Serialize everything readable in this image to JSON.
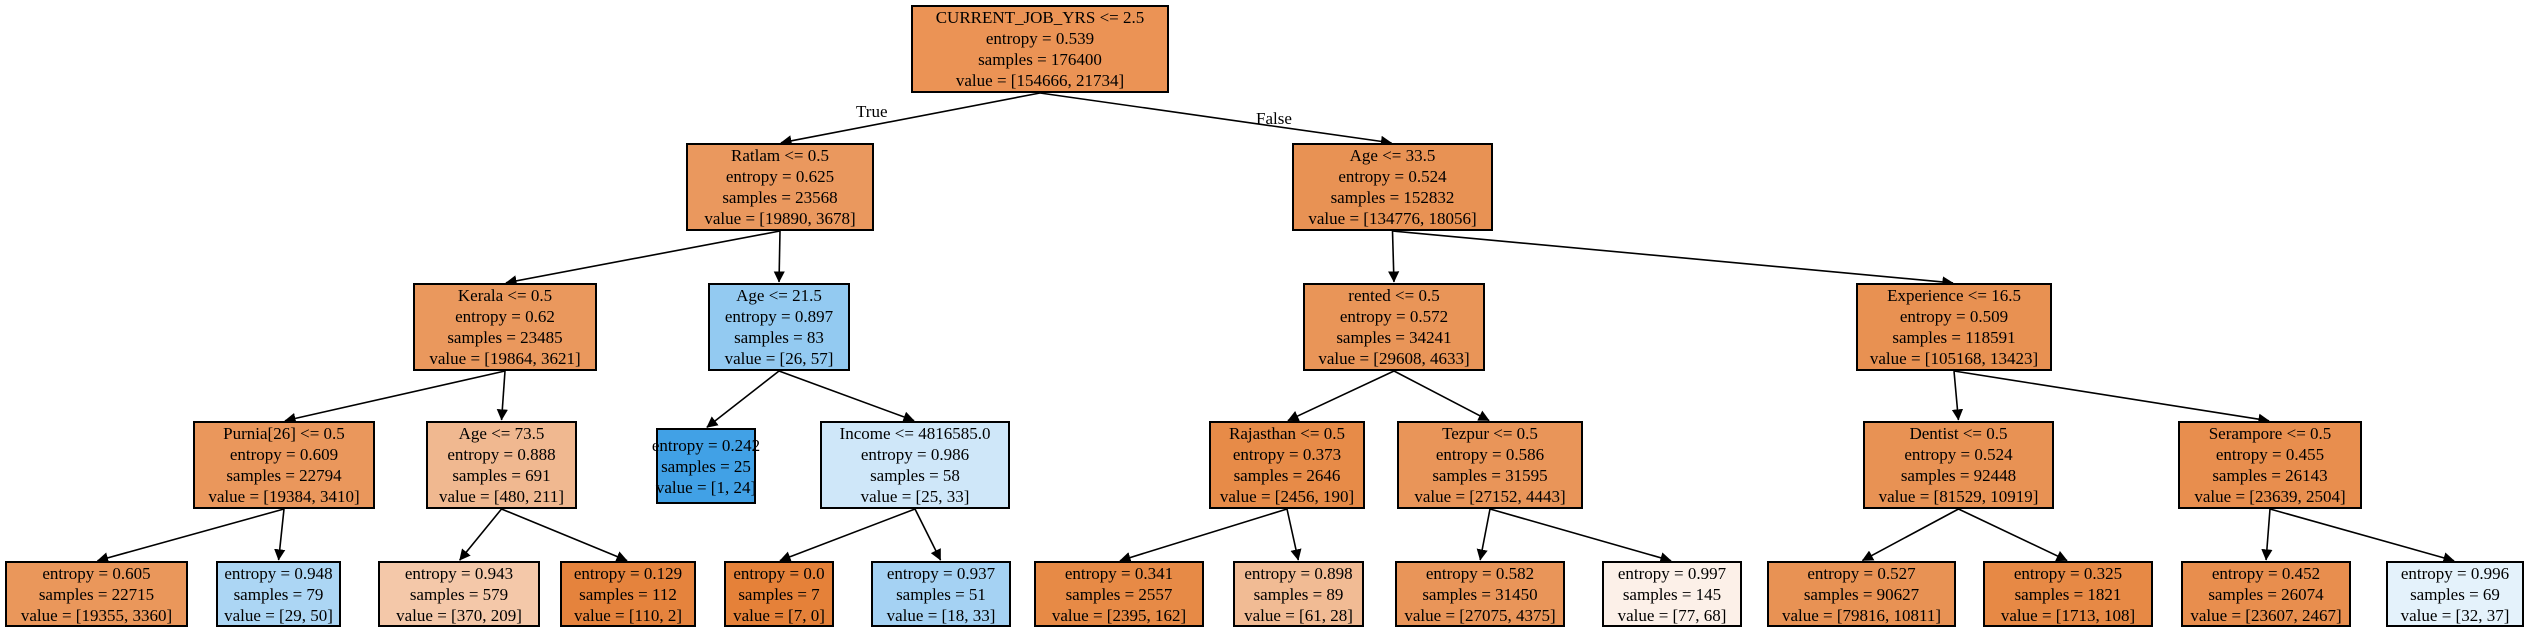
{
  "diagram": {
    "type": "decision-tree",
    "colors": {
      "orange_class": "#e58139",
      "blue_class": "#399de5",
      "border": "#000000",
      "edge": "#000000"
    },
    "edge_labels": {
      "true_label": "True",
      "false_label": "False"
    },
    "nodes": [
      {
        "id": "n0",
        "condition": "CURRENT_JOB_YRS <= 2.5",
        "entropy": "entropy = 0.539",
        "samples": "samples = 176400",
        "value": "value = [154666, 21734]",
        "fill": "#eb9355"
      },
      {
        "id": "n1",
        "condition": "Ratlam <= 0.5",
        "entropy": "entropy = 0.625",
        "samples": "samples = 23568",
        "value": "value = [19890, 3678]",
        "fill": "#ea985e"
      },
      {
        "id": "n2",
        "condition": "Age <= 33.5",
        "entropy": "entropy = 0.524",
        "samples": "samples = 152832",
        "value": "value = [134776, 18056]",
        "fill": "#e89254"
      },
      {
        "id": "n3",
        "condition": "Kerala <= 0.5",
        "entropy": "entropy = 0.62",
        "samples": "samples = 23485",
        "value": "value = [19864, 3621]",
        "fill": "#ea985d"
      },
      {
        "id": "n4",
        "condition": "Age <= 21.5",
        "entropy": "entropy = 0.897",
        "samples": "samples = 83",
        "value": "value = [26, 57]",
        "fill": "#93caf1"
      },
      {
        "id": "n5",
        "condition": "rented <= 0.5",
        "entropy": "entropy = 0.572",
        "samples": "samples = 34241",
        "value": "value = [29608, 4633]",
        "fill": "#e99558"
      },
      {
        "id": "n6",
        "condition": "Experience <= 16.5",
        "entropy": "entropy = 0.509",
        "samples": "samples = 118591",
        "value": "value = [105168, 13423]",
        "fill": "#e89152"
      },
      {
        "id": "n7",
        "condition": "Purnia[26] <= 0.5",
        "entropy": "entropy = 0.609",
        "samples": "samples = 22794",
        "value": "value = [19384, 3410]",
        "fill": "#ea975c"
      },
      {
        "id": "n8",
        "condition": "Age <= 73.5",
        "entropy": "entropy = 0.888",
        "samples": "samples = 691",
        "value": "value = [480, 211]",
        "fill": "#f0b890"
      },
      {
        "id": "n9",
        "condition": "",
        "entropy": "entropy = 0.242",
        "samples": "samples = 25",
        "value": "value = [1, 24]",
        "fill": "#41a1e6"
      },
      {
        "id": "n10",
        "condition": "Income <= 4816585.0",
        "entropy": "entropy = 0.986",
        "samples": "samples = 58",
        "value": "value = [25, 33]",
        "fill": "#cfe7f9"
      },
      {
        "id": "n11",
        "condition": "Rajasthan <= 0.5",
        "entropy": "entropy = 0.373",
        "samples": "samples = 2646",
        "value": "value = [2456, 190]",
        "fill": "#e78b48"
      },
      {
        "id": "n12",
        "condition": "Tezpur <= 0.5",
        "entropy": "entropy = 0.586",
        "samples": "samples = 31595",
        "value": "value = [27152, 4443]",
        "fill": "#e99559"
      },
      {
        "id": "n13",
        "condition": "Dentist <= 0.5",
        "entropy": "entropy = 0.524",
        "samples": "samples = 92448",
        "value": "value = [81529, 10919]",
        "fill": "#e89254"
      },
      {
        "id": "n14",
        "condition": "Serampore <= 0.5",
        "entropy": "entropy = 0.455",
        "samples": "samples = 26143",
        "value": "value = [23639, 2504]",
        "fill": "#e88e4e"
      },
      {
        "id": "n15",
        "condition": "",
        "entropy": "entropy = 0.605",
        "samples": "samples = 22715",
        "value": "value = [19355, 3360]",
        "fill": "#ea975b"
      },
      {
        "id": "n16",
        "condition": "",
        "entropy": "entropy = 0.948",
        "samples": "samples = 79",
        "value": "value = [29, 50]",
        "fill": "#ac d6f4"
      },
      {
        "id": "n17",
        "condition": "",
        "entropy": "entropy = 0.943",
        "samples": "samples = 579",
        "value": "value = [370, 209]",
        "fill": "#f4c8a9"
      },
      {
        "id": "n18",
        "condition": "",
        "entropy": "entropy = 0.129",
        "samples": "samples = 112",
        "value": "value = [110, 2]",
        "fill": "#e5833d"
      },
      {
        "id": "n19",
        "condition": "",
        "entropy": "entropy = 0.0",
        "samples": "samples = 7",
        "value": "value = [7, 0]",
        "fill": "#e58139"
      },
      {
        "id": "n20",
        "condition": "",
        "entropy": "entropy = 0.937",
        "samples": "samples = 51",
        "value": "value = [18, 33]",
        "fill": "#a5d2f3"
      },
      {
        "id": "n21",
        "condition": "",
        "entropy": "entropy = 0.341",
        "samples": "samples = 2557",
        "value": "value = [2395, 162]",
        "fill": "#e78a46"
      },
      {
        "id": "n22",
        "condition": "",
        "entropy": "entropy = 0.898",
        "samples": "samples = 89",
        "value": "value = [61, 28]",
        "fill": "#f1bb94"
      },
      {
        "id": "n23",
        "condition": "",
        "entropy": "entropy = 0.582",
        "samples": "samples = 31450",
        "value": "value = [27075, 4375]",
        "fill": "#e99559"
      },
      {
        "id": "n24",
        "condition": "",
        "entropy": "entropy = 0.997",
        "samples": "samples = 145",
        "value": "value = [77, 68]",
        "fill": "#fcf0e8"
      },
      {
        "id": "n25",
        "condition": "",
        "entropy": "entropy = 0.527",
        "samples": "samples = 90627",
        "value": "value = [79816, 10811]",
        "fill": "#e89254"
      },
      {
        "id": "n26",
        "condition": "",
        "entropy": "entropy = 0.325",
        "samples": "samples = 1821",
        "value": "value = [1713, 108]",
        "fill": "#e78945"
      },
      {
        "id": "n27",
        "condition": "",
        "entropy": "entropy = 0.452",
        "samples": "samples = 26074",
        "value": "value = [23607, 2467]",
        "fill": "#e88e4e"
      },
      {
        "id": "n28",
        "condition": "",
        "entropy": "entropy = 0.996",
        "samples": "samples = 69",
        "value": "value = [32, 37]",
        "fill": "#e4f2fb"
      }
    ],
    "edges": [
      [
        "n0",
        "n1"
      ],
      [
        "n0",
        "n2"
      ],
      [
        "n1",
        "n3"
      ],
      [
        "n1",
        "n4"
      ],
      [
        "n2",
        "n5"
      ],
      [
        "n2",
        "n6"
      ],
      [
        "n3",
        "n7"
      ],
      [
        "n3",
        "n8"
      ],
      [
        "n4",
        "n9"
      ],
      [
        "n4",
        "n10"
      ],
      [
        "n5",
        "n11"
      ],
      [
        "n5",
        "n12"
      ],
      [
        "n6",
        "n13"
      ],
      [
        "n6",
        "n14"
      ],
      [
        "n7",
        "n15"
      ],
      [
        "n7",
        "n16"
      ],
      [
        "n8",
        "n17"
      ],
      [
        "n8",
        "n18"
      ],
      [
        "n10",
        "n19"
      ],
      [
        "n10",
        "n20"
      ],
      [
        "n11",
        "n21"
      ],
      [
        "n11",
        "n22"
      ],
      [
        "n12",
        "n23"
      ],
      [
        "n12",
        "n24"
      ],
      [
        "n13",
        "n25"
      ],
      [
        "n13",
        "n26"
      ],
      [
        "n14",
        "n27"
      ],
      [
        "n14",
        "n28"
      ]
    ]
  }
}
